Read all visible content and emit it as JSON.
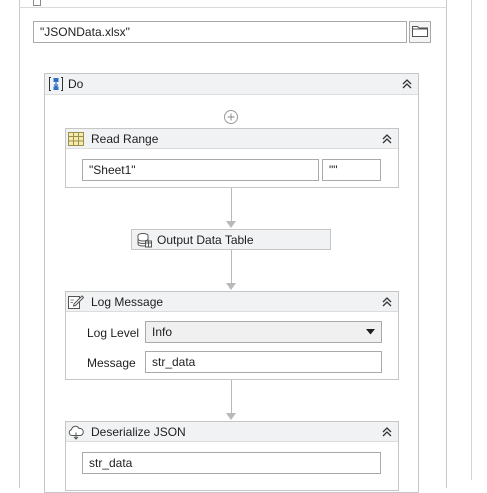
{
  "file": {
    "path_value": "\"JSONData.xlsx\""
  },
  "sequence": {
    "title": "Do"
  },
  "read_range": {
    "title": "Read Range",
    "sheet_value": "\"Sheet1\"",
    "range_value": "\"\""
  },
  "output_data_table": {
    "title": "Output Data Table"
  },
  "log_message": {
    "title": "Log Message",
    "level_label": "Log Level",
    "level_value": "Info",
    "message_label": "Message",
    "message_value": "str_data"
  },
  "deserialize_json": {
    "title": "Deserialize JSON",
    "input_value": "str_data"
  }
}
